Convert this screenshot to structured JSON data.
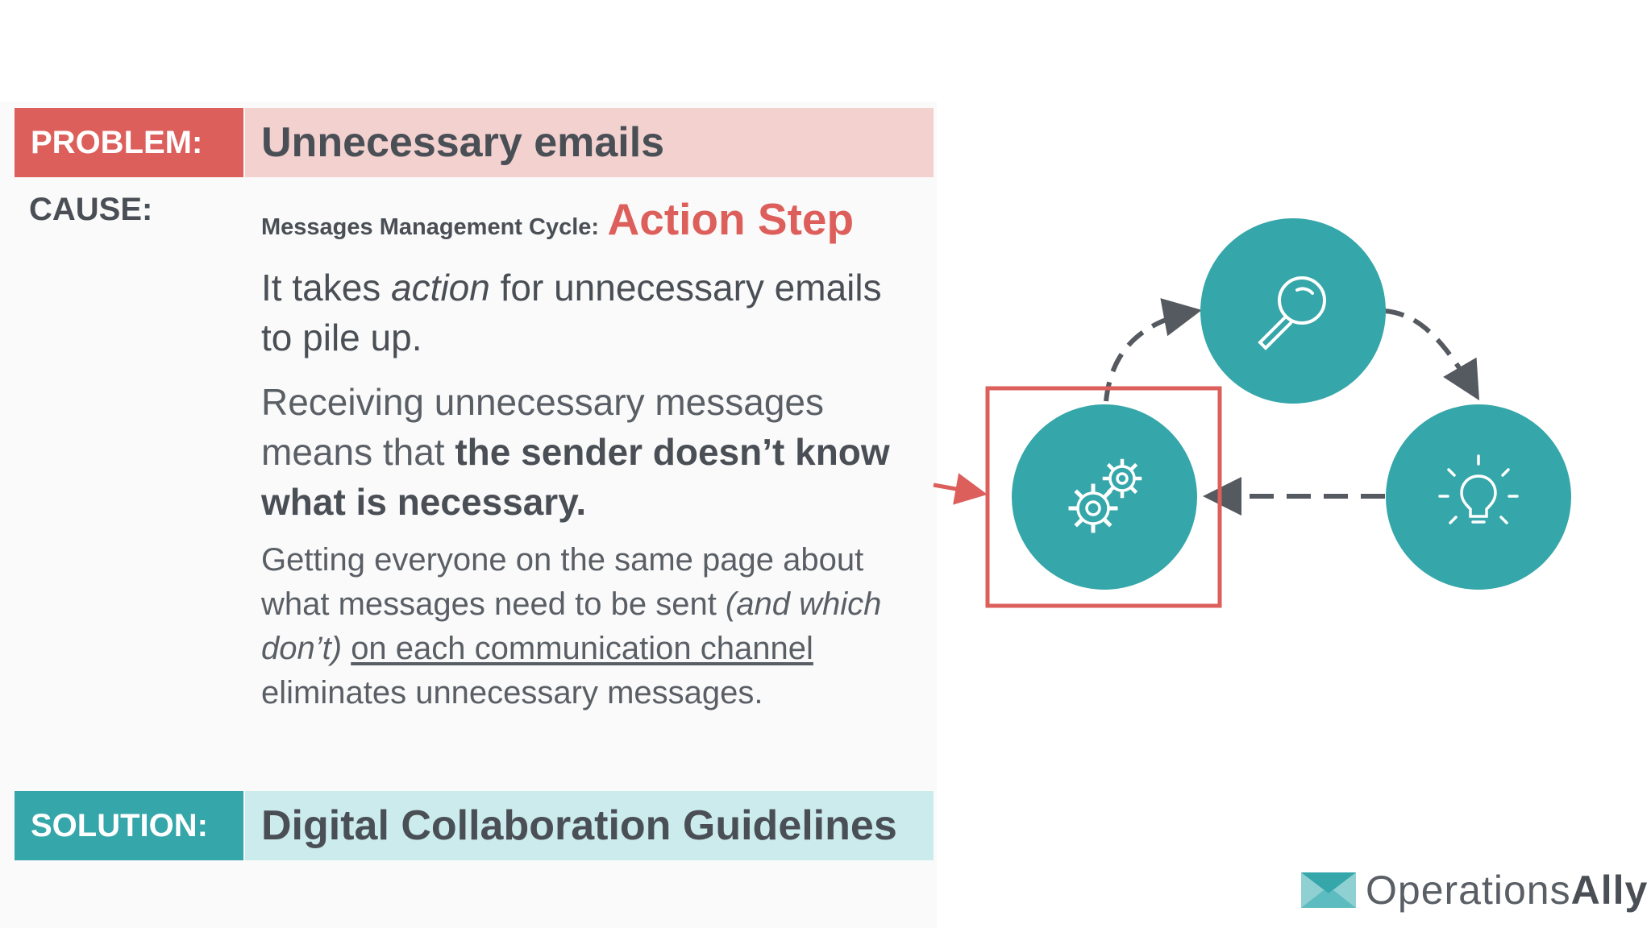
{
  "problem": {
    "label": "PROBLEM:",
    "title": "Unnecessary emails"
  },
  "cause": {
    "label": "CAUSE:",
    "cycle_prefix": "Messages Management Cycle:",
    "cycle_step": "Action Step",
    "para1": {
      "part1": "It takes ",
      "emphasis": "action",
      "part2": " for unnecessary emails to pile up."
    },
    "para2": {
      "part1": "Receiving unnecessary messages means that ",
      "bold": "the sender doesn’t know what is necessary."
    },
    "para3": {
      "part1": "Getting everyone on the same page about what messages need to be sent ",
      "italic": "(and which don’t)",
      "underline": "on each communication channel",
      "part2": " eliminates unnecessary messages."
    }
  },
  "solution": {
    "label": "SOLUTION:",
    "title": "Digital Collaboration Guidelines"
  },
  "diagram": {
    "nodes": [
      {
        "name": "action-node",
        "icon": "gears-icon"
      },
      {
        "name": "review-node",
        "icon": "magnifier-icon"
      },
      {
        "name": "insight-node",
        "icon": "lightbulb-icon"
      }
    ],
    "highlighted": "action-node",
    "colors": {
      "node": "#35a6a9",
      "highlight": "#dd5f5c",
      "arrow": "#555a60"
    }
  },
  "logo": {
    "part1": "Operations",
    "part2": "Ally"
  },
  "colors": {
    "problem": "#dd5f5c",
    "problem_light": "#f2d1cf",
    "solution": "#35a6a9",
    "solution_light": "#cbebed"
  }
}
